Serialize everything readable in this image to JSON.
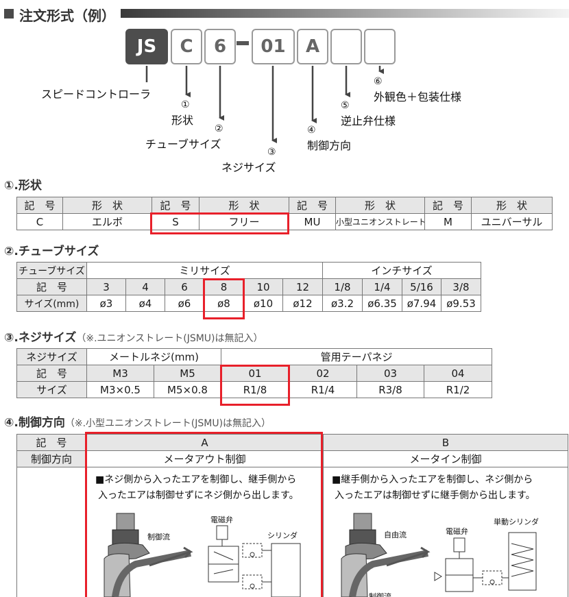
{
  "header": {
    "title": "注文形式（例）"
  },
  "code": {
    "boxes": [
      "JS",
      "C",
      "6",
      "01",
      "A",
      "",
      ""
    ],
    "dash": "-"
  },
  "callouts": {
    "series": "スピードコントローラ",
    "n1": "①",
    "l1": "形状",
    "n2": "②",
    "l2": "チューブサイズ",
    "n3": "③",
    "l3": "ネジサイズ",
    "n4": "④",
    "l4": "制御方向",
    "n5": "⑤",
    "l5": "逆止弁仕様",
    "n6": "⑥",
    "l6": "外観色＋包装仕様"
  },
  "section1": {
    "title": "①.形状",
    "headers": [
      "記　号",
      "形　状",
      "記　号",
      "形　状",
      "記　号",
      "形　状",
      "記　号",
      "形　状"
    ],
    "row": [
      "C",
      "エルボ",
      "S",
      "フリー",
      "MU",
      "小型ユニオンストレート",
      "M",
      "ユニバーサル"
    ]
  },
  "section2": {
    "title": "②.チューブサイズ",
    "corner": "チューブサイズ",
    "group_mm": "ミリサイズ",
    "group_inch": "インチサイズ",
    "row_code_label": "記　号",
    "row_size_label": "サイズ(mm)",
    "codes": [
      "3",
      "4",
      "6",
      "8",
      "10",
      "12",
      "1/8",
      "1/4",
      "5/16",
      "3/8"
    ],
    "sizes": [
      "ø3",
      "ø4",
      "ø6",
      "ø8",
      "ø10",
      "ø12",
      "ø3.2",
      "ø6.35",
      "ø7.94",
      "ø9.53"
    ]
  },
  "section3": {
    "title": "③.ネジサイズ",
    "note": "（※.ユニオンストレート(JSMU)は無記入）",
    "corner": "ネジサイズ",
    "group_metric": "メートルネジ(mm)",
    "group_pipe": "管用テーパネジ",
    "row_code_label": "記　号",
    "row_size_label": "サイズ",
    "codes": [
      "M3",
      "M5",
      "01",
      "02",
      "03",
      "04"
    ],
    "sizes": [
      "M3×0.5",
      "M5×0.8",
      "R1/8",
      "R1/4",
      "R3/8",
      "R1/2"
    ]
  },
  "section4": {
    "title": "④.制御方向",
    "note": "（※.小型ユニオンストレート(JSMU)は無記入）",
    "row_code_label": "記　号",
    "row_dir_label": "制御方向",
    "codes": [
      "A",
      "B"
    ],
    "directions": [
      "メータアウト制御",
      "メータイン制御"
    ],
    "desc_a": [
      "■ネジ側から入ったエアを制御し、継手側から",
      "入ったエアは制御せずにネジ側から出します。"
    ],
    "desc_b": [
      "■継手側から入ったエアを制御し、ネジ側から",
      "入ったエアは制御せずに継手側から出します。"
    ],
    "diagram_a": {
      "flow": "制御流",
      "valve": "電磁弁",
      "cylinder": "シリンダ"
    },
    "diagram_b": {
      "flow": "自由流",
      "valve": "電磁弁",
      "cylinder": "単動シリンダ",
      "flow2": "制御流"
    }
  },
  "colors": {
    "highlight": "#e8202a",
    "header_fill": "#e6e6e6",
    "code_dark": "#4d4d4d"
  }
}
